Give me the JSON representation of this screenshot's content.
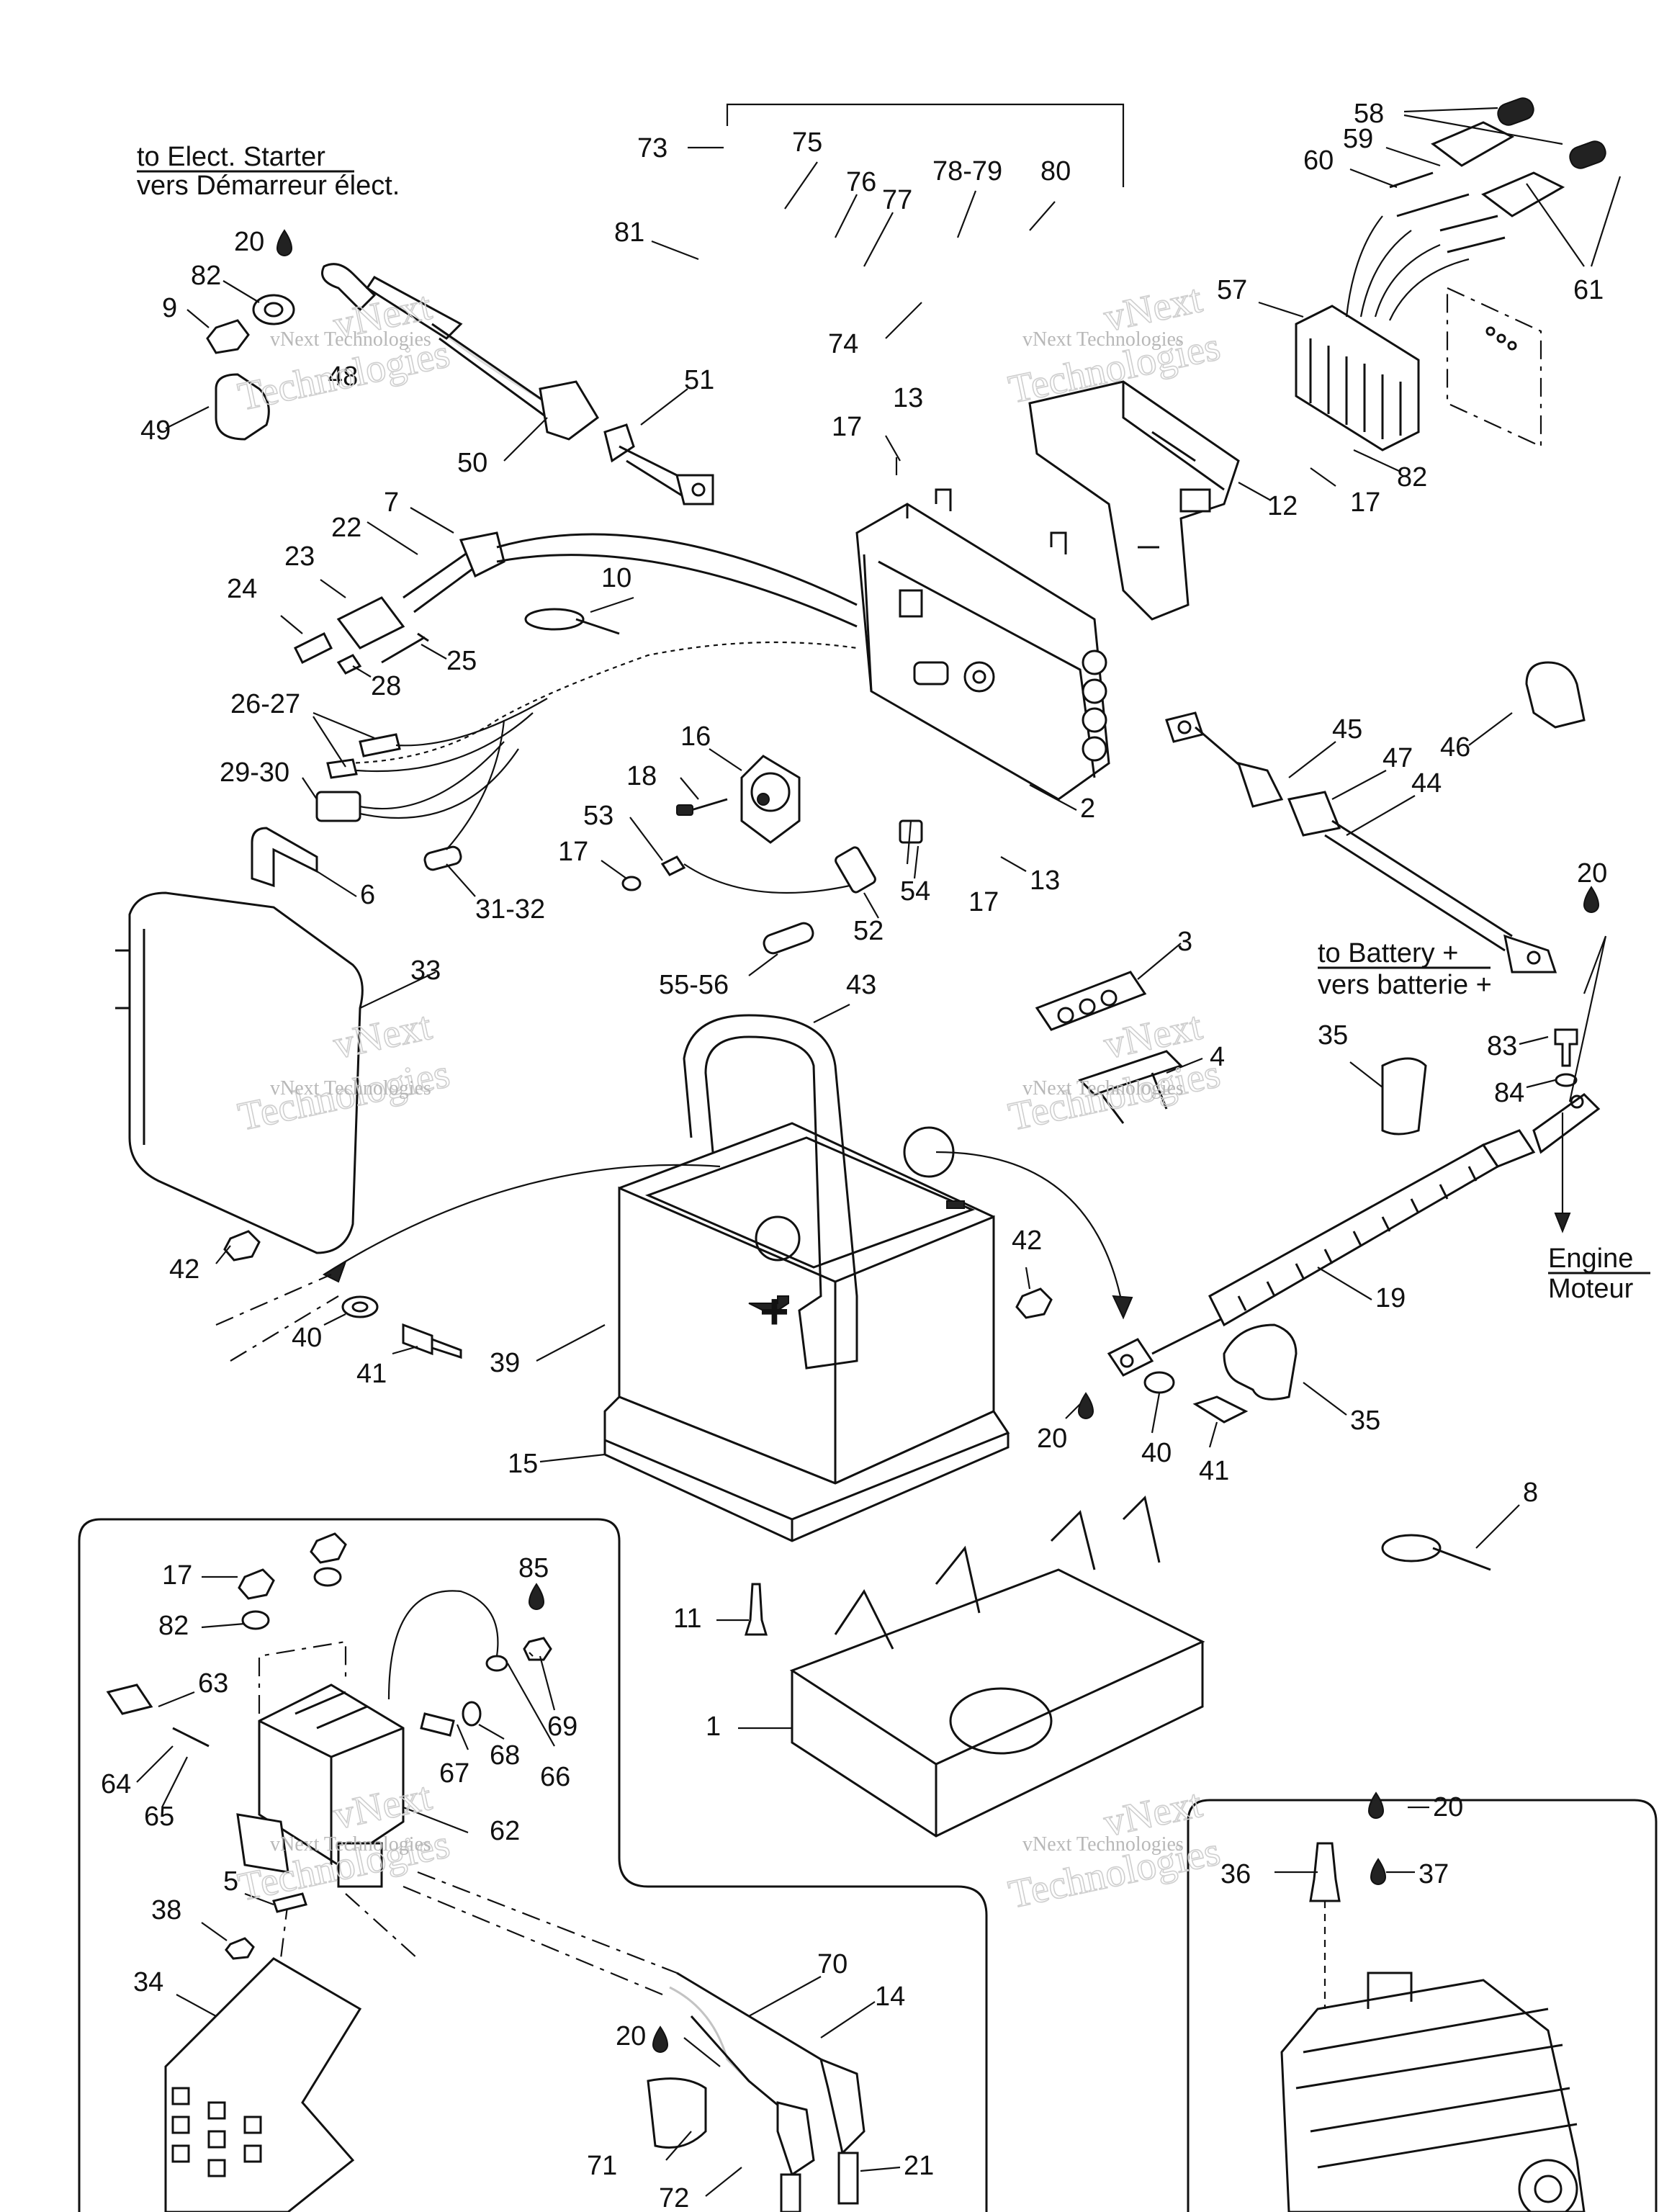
{
  "captions": {
    "starter_en": "to Elect. Starter",
    "starter_fr": "vers Démarreur élect.",
    "battery_en": "to Battery +",
    "battery_fr": "vers batterie +",
    "engine_en": "Engine",
    "engine_fr": "Moteur"
  },
  "watermark": {
    "line1": "vNext Technologies",
    "big1": "vNext",
    "big2": "Technologies"
  },
  "callouts": [
    {
      "id": "c73",
      "text": "73"
    },
    {
      "id": "c75",
      "text": "75"
    },
    {
      "id": "c76",
      "text": "76"
    },
    {
      "id": "c77",
      "text": "77"
    },
    {
      "id": "c7879",
      "text": "78-79"
    },
    {
      "id": "c80",
      "text": "80"
    },
    {
      "id": "c81",
      "text": "81"
    },
    {
      "id": "c74",
      "text": "74"
    },
    {
      "id": "c58",
      "text": "58"
    },
    {
      "id": "c59",
      "text": "59"
    },
    {
      "id": "c60",
      "text": "60"
    },
    {
      "id": "c61",
      "text": "61"
    },
    {
      "id": "c57",
      "text": "57"
    },
    {
      "id": "c82a",
      "text": "82"
    },
    {
      "id": "c17a",
      "text": "17"
    },
    {
      "id": "c12",
      "text": "12"
    },
    {
      "id": "c20a",
      "text": "20"
    },
    {
      "id": "c82b",
      "text": "82"
    },
    {
      "id": "c9",
      "text": "9"
    },
    {
      "id": "c48",
      "text": "48"
    },
    {
      "id": "c49",
      "text": "49"
    },
    {
      "id": "c50",
      "text": "50"
    },
    {
      "id": "c51",
      "text": "51"
    },
    {
      "id": "c17b",
      "text": "17"
    },
    {
      "id": "c13a",
      "text": "13"
    },
    {
      "id": "c7",
      "text": "7"
    },
    {
      "id": "c22",
      "text": "22"
    },
    {
      "id": "c23",
      "text": "23"
    },
    {
      "id": "c24",
      "text": "24"
    },
    {
      "id": "c10",
      "text": "10"
    },
    {
      "id": "c25",
      "text": "25"
    },
    {
      "id": "c28",
      "text": "28"
    },
    {
      "id": "c2627",
      "text": "26-27"
    },
    {
      "id": "c2930",
      "text": "29-30"
    },
    {
      "id": "c16",
      "text": "16"
    },
    {
      "id": "c18",
      "text": "18"
    },
    {
      "id": "c53",
      "text": "53"
    },
    {
      "id": "c17c",
      "text": "17"
    },
    {
      "id": "c2",
      "text": "2"
    },
    {
      "id": "c45",
      "text": "45"
    },
    {
      "id": "c47",
      "text": "47"
    },
    {
      "id": "c46",
      "text": "46"
    },
    {
      "id": "c44",
      "text": "44"
    },
    {
      "id": "c6",
      "text": "6"
    },
    {
      "id": "c3132",
      "text": "31-32"
    },
    {
      "id": "c54",
      "text": "54"
    },
    {
      "id": "c17d",
      "text": "17"
    },
    {
      "id": "c13b",
      "text": "13"
    },
    {
      "id": "c52",
      "text": "52"
    },
    {
      "id": "c5556",
      "text": "55-56"
    },
    {
      "id": "c43",
      "text": "43"
    },
    {
      "id": "c33",
      "text": "33"
    },
    {
      "id": "c20b",
      "text": "20"
    },
    {
      "id": "c3",
      "text": "3"
    },
    {
      "id": "c4",
      "text": "4"
    },
    {
      "id": "c35a",
      "text": "35"
    },
    {
      "id": "c83",
      "text": "83"
    },
    {
      "id": "c84",
      "text": "84"
    },
    {
      "id": "c42a",
      "text": "42"
    },
    {
      "id": "c40a",
      "text": "40"
    },
    {
      "id": "c41a",
      "text": "41"
    },
    {
      "id": "c39",
      "text": "39"
    },
    {
      "id": "c42b",
      "text": "42"
    },
    {
      "id": "c19",
      "text": "19"
    },
    {
      "id": "c20c",
      "text": "20"
    },
    {
      "id": "c40b",
      "text": "40"
    },
    {
      "id": "c41b",
      "text": "41"
    },
    {
      "id": "c35b",
      "text": "35"
    },
    {
      "id": "c15",
      "text": "15"
    },
    {
      "id": "c8",
      "text": "8"
    },
    {
      "id": "c17e",
      "text": "17"
    },
    {
      "id": "c82c",
      "text": "82"
    },
    {
      "id": "c85",
      "text": "85"
    },
    {
      "id": "c63",
      "text": "63"
    },
    {
      "id": "c69",
      "text": "69"
    },
    {
      "id": "c67",
      "text": "67"
    },
    {
      "id": "c68",
      "text": "68"
    },
    {
      "id": "c66",
      "text": "66"
    },
    {
      "id": "c64",
      "text": "64"
    },
    {
      "id": "c65",
      "text": "65"
    },
    {
      "id": "c62",
      "text": "62"
    },
    {
      "id": "c5",
      "text": "5"
    },
    {
      "id": "c38",
      "text": "38"
    },
    {
      "id": "c34",
      "text": "34"
    },
    {
      "id": "c11",
      "text": "11"
    },
    {
      "id": "c1",
      "text": "1"
    },
    {
      "id": "c70",
      "text": "70"
    },
    {
      "id": "c14",
      "text": "14"
    },
    {
      "id": "c20d",
      "text": "20"
    },
    {
      "id": "c71",
      "text": "71"
    },
    {
      "id": "c72",
      "text": "72"
    },
    {
      "id": "c21",
      "text": "21"
    },
    {
      "id": "c20e",
      "text": "20"
    },
    {
      "id": "c36",
      "text": "36"
    },
    {
      "id": "c37",
      "text": "37"
    }
  ],
  "colors": {
    "line": "#111111",
    "watermark": "#b8b8b8",
    "background": "#ffffff"
  }
}
